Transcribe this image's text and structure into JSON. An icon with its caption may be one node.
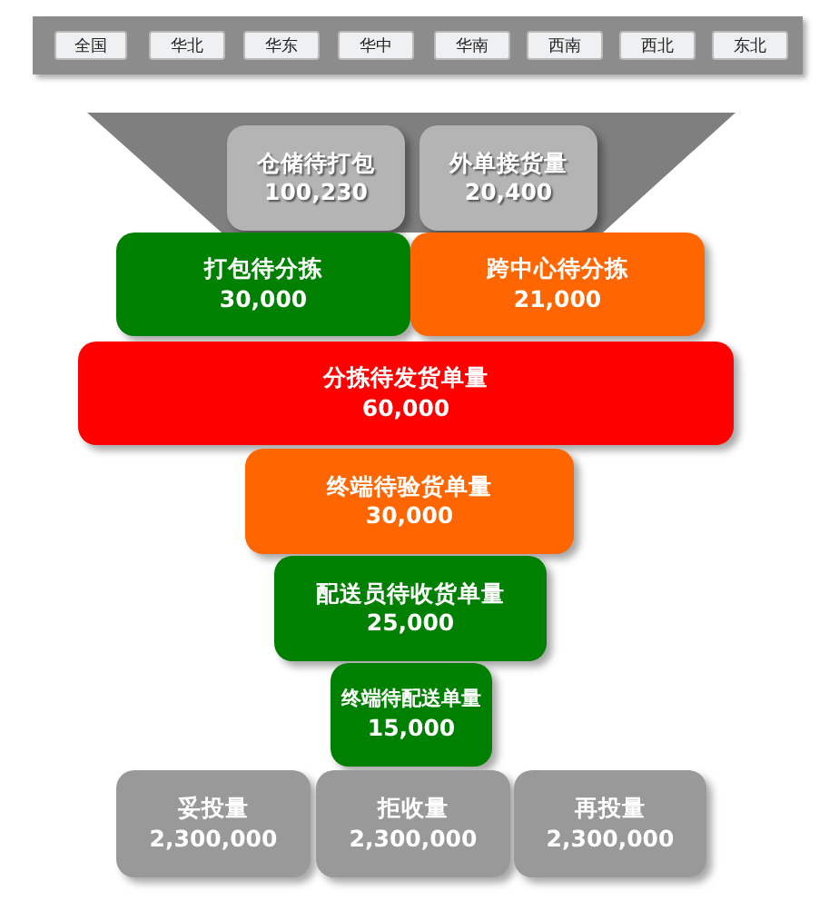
{
  "diagram": {
    "nodes": [
      {
        "text": [],
        "shape": "box"
      },
      {
        "text": [
          "全国"
        ],
        "in": 0
      },
      {
        "text": [
          "华北"
        ],
        "in": 0
      },
      {
        "text": [
          "华东"
        ],
        "in": 0
      },
      {
        "text": [
          "华中"
        ],
        "in": 0
      },
      {
        "text": [
          "华南"
        ],
        "in": 0
      },
      {
        "text": [
          "西南"
        ],
        "in": 0
      },
      {
        "text": [
          "西北"
        ],
        "in": 0
      },
      {
        "text": [
          "东北"
        ],
        "in": 0
      },
      {
        "text": [
          "仓储待打包",
          "100,230"
        ]
      },
      {
        "text": [
          "外单接货量",
          "20,400"
        ]
      },
      {
        "text": [
          "打包待分拣",
          "30,000"
        ]
      },
      {
        "text": [
          "跨中心待分拣",
          "21,000"
        ]
      },
      {
        "text": [
          "分拣待发货单量",
          "60,000"
        ]
      },
      {
        "text": [
          "终端待验货单量",
          "30,000"
        ]
      },
      {
        "text": [
          "配送员待收货单量",
          "25,000"
        ]
      },
      {
        "text": [
          "终端待配送单量",
          "15,000"
        ]
      },
      {
        "text": [
          "妥投量",
          "2,300,000"
        ]
      },
      {
        "text": [
          "拒收量",
          "2,300,000"
        ]
      },
      {
        "text": [
          "再投量",
          "2,300,000"
        ]
      }
    ]
  }
}
